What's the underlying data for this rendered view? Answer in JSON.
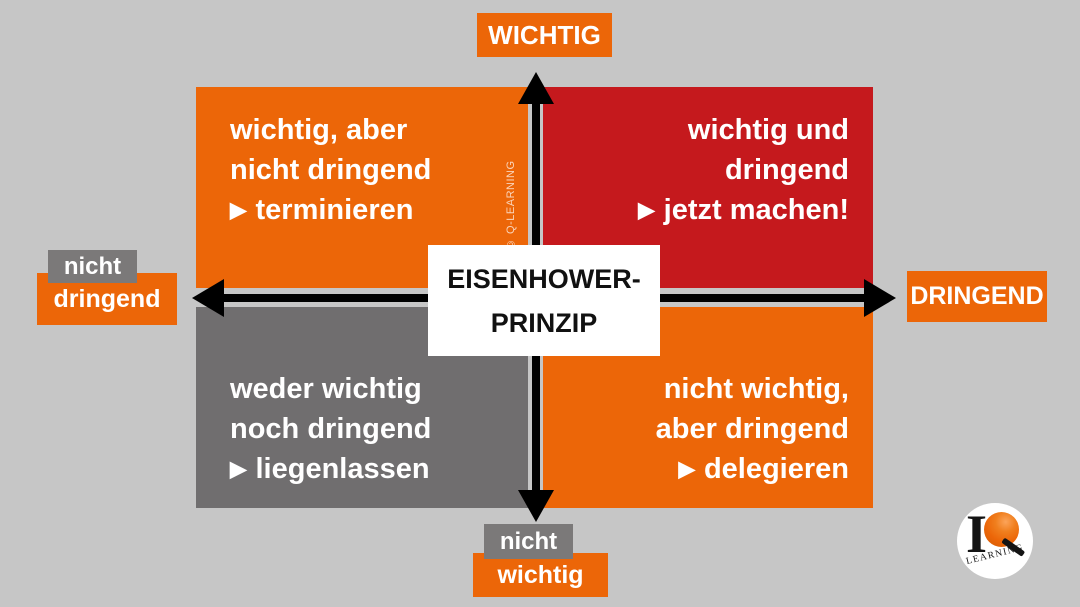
{
  "title": {
    "line1": "EISENHOWER-",
    "line2": "PRINZIP"
  },
  "quadrants": {
    "top_left": {
      "line1": "wichtig, aber",
      "line2": "nicht dringend",
      "action": "terminieren"
    },
    "top_right": {
      "line1": "wichtig und",
      "line2": "dringend",
      "action": "jetzt machen!"
    },
    "bottom_left": {
      "line1": "weder wichtig",
      "line2": "noch dringend",
      "action": "liegenlassen"
    },
    "bottom_right": {
      "line1": "nicht wichtig,",
      "line2": "aber dringend",
      "action": "delegieren"
    }
  },
  "axes": {
    "top_label": "WICHTIG",
    "right_label": "DRINGEND",
    "left_label": {
      "line1": "nicht",
      "line2": "dringend"
    },
    "bottom_label": {
      "line1": "nicht",
      "line2": "wichtig"
    }
  },
  "icons": {
    "action_triangle": "▶"
  },
  "watermark": "© Q-LEARNING",
  "logo": {
    "initial": "I",
    "wordmark": "LEARNING"
  },
  "colors": {
    "orange": "#ec6608",
    "red": "#c5191d",
    "quadrant_gray": "#706e6f",
    "label_gray": "#7b7979",
    "background": "#c6c6c6",
    "axis_black": "#000000",
    "text_white": "#ffffff"
  }
}
